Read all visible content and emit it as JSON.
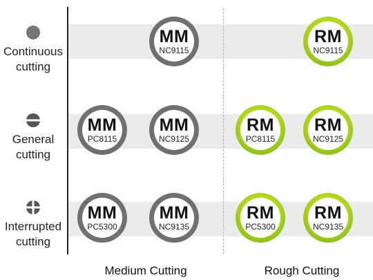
{
  "rows": [
    {
      "label": "Continuous\ncutting",
      "icon": "continuous-cutting-icon"
    },
    {
      "label": "General\ncutting",
      "icon": "general-cutting-icon"
    },
    {
      "label": "Interrupted\ncutting",
      "icon": "interrupted-cutting-icon"
    }
  ],
  "columns": {
    "medium": "Medium Cutting",
    "rough": "Rough Cutting"
  },
  "badges": {
    "continuous_medium": {
      "code": "MM",
      "grade": "NC9115"
    },
    "continuous_rough": {
      "code": "RM",
      "grade": "NC9115"
    },
    "general_medium_1": {
      "code": "MM",
      "grade": "PC8115"
    },
    "general_medium_2": {
      "code": "MM",
      "grade": "NC9125"
    },
    "general_rough_1": {
      "code": "RM",
      "grade": "PC8115"
    },
    "general_rough_2": {
      "code": "RM",
      "grade": "NC9125"
    },
    "interrupted_medium_1": {
      "code": "MM",
      "grade": "PC5300"
    },
    "interrupted_medium_2": {
      "code": "MM",
      "grade": "NC9135"
    },
    "interrupted_rough_1": {
      "code": "RM",
      "grade": "PC5300"
    },
    "interrupted_rough_2": {
      "code": "RM",
      "grade": "NC9135"
    }
  },
  "colors": {
    "mm_ring": "#707070",
    "rm_ring": "#a8d21c",
    "band": "#ebebeb"
  }
}
